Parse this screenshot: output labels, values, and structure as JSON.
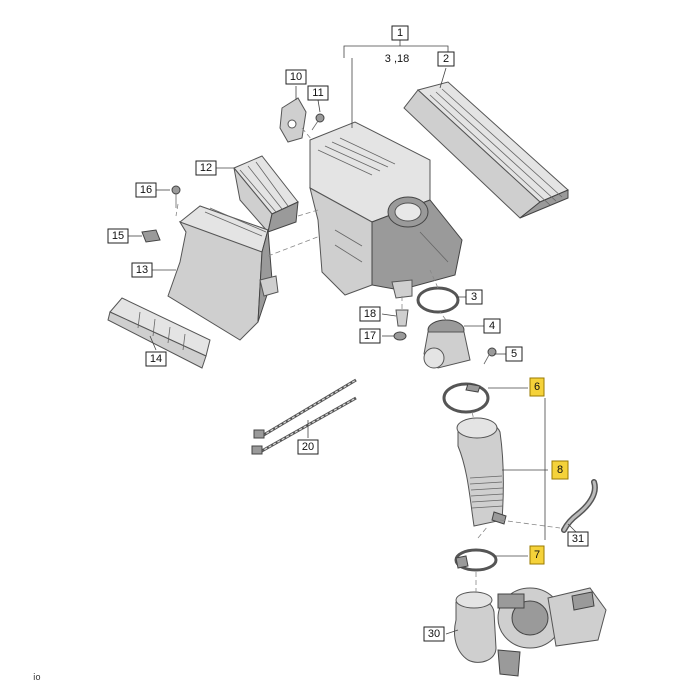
{
  "labels": {
    "l1": "1",
    "l318": "3 ,18",
    "l2": "2",
    "l10": "10",
    "l11": "11",
    "l12": "12",
    "l16": "16",
    "l15": "15",
    "l13": "13",
    "l14": "14",
    "l3": "3",
    "l18": "18",
    "l4": "4",
    "l17": "17",
    "l5": "5",
    "l6": "6",
    "l8": "8",
    "l20": "20",
    "l31": "31",
    "l7": "7",
    "l30": "30"
  },
  "corner_note": "ⅰo",
  "colors": {
    "highlight": "#f5d23a",
    "line": "#444444"
  }
}
